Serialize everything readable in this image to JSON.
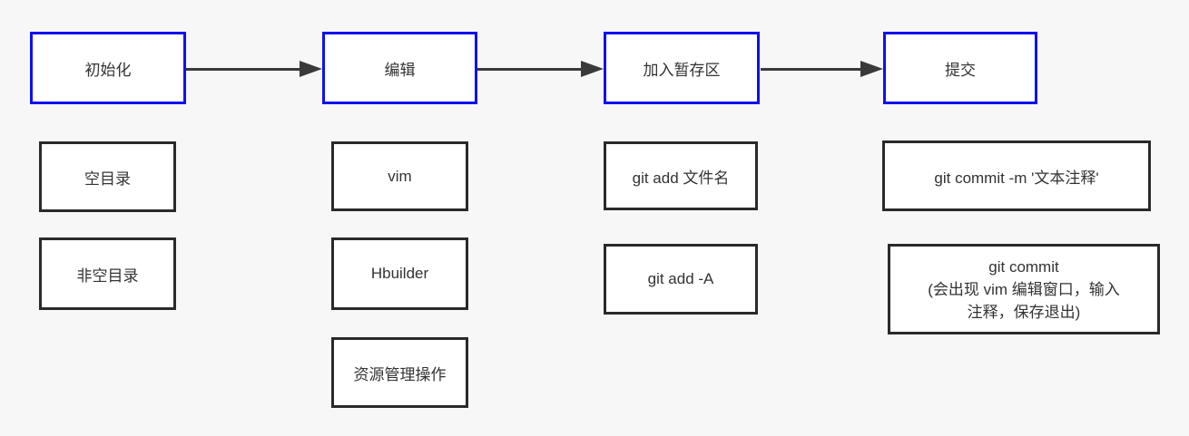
{
  "colors": {
    "background": "#f7f7f7",
    "stage_border": "#0f10f0",
    "node_border": "#2a2a2a",
    "arrow": "#3a3a3a",
    "text": "#333333",
    "box_fill": "#ffffff"
  },
  "diagram": {
    "stages": [
      {
        "label": "初始化"
      },
      {
        "label": "编辑"
      },
      {
        "label": "加入暂存区"
      },
      {
        "label": "提交"
      }
    ],
    "col1": {
      "box1": "空目录",
      "box2": "非空目录"
    },
    "col2": {
      "box1": "vim",
      "box2": "Hbuilder",
      "box3": "资源管理操作"
    },
    "col3": {
      "box1": "git add 文件名",
      "box2": "git add -A"
    },
    "col4": {
      "box1": "git commit -m '文本注释'",
      "box2_line1": "git commit",
      "box2_line2": "(会出现 vim 编辑窗口，输入",
      "box2_line3": "注释，保存退出)"
    }
  }
}
